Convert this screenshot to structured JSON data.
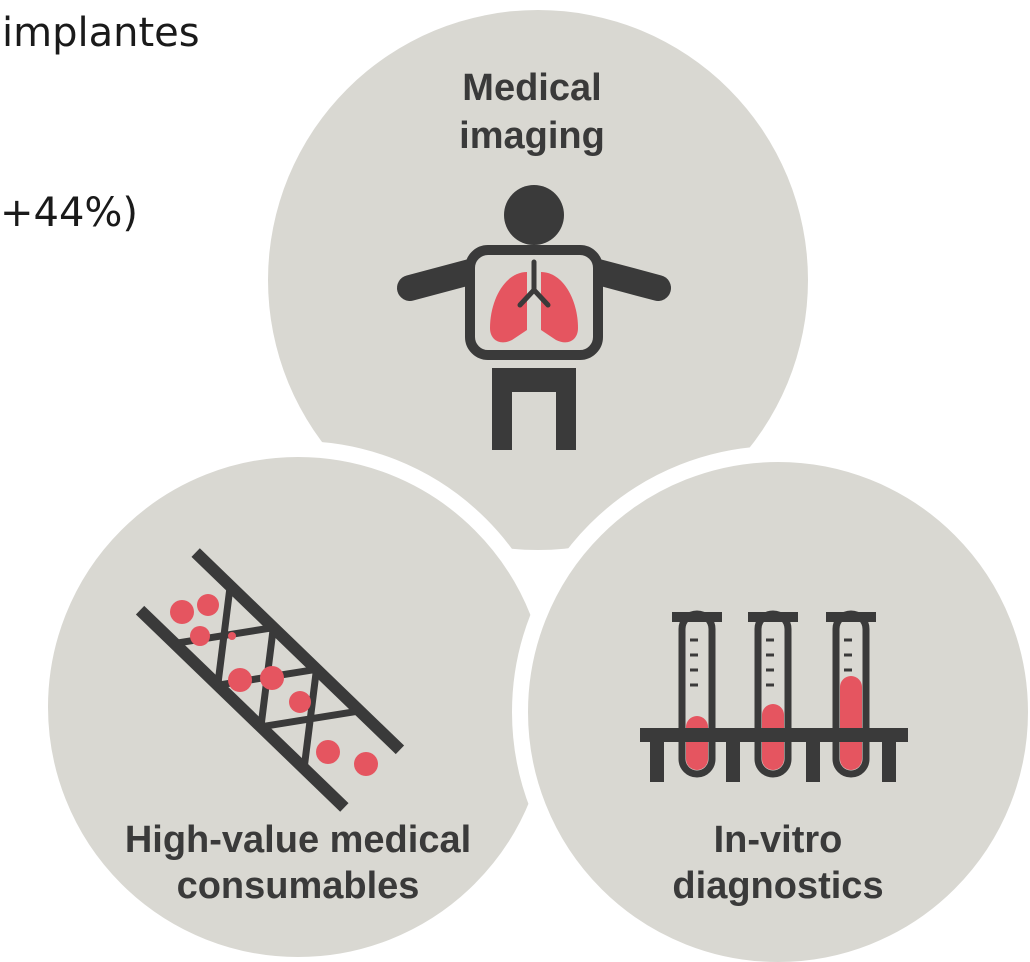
{
  "side_text": [
    "implantes",
    "+44%)"
  ],
  "segments": [
    {
      "title_lines": [
        "Medical",
        "imaging"
      ],
      "icon": "human-lungs-scan-icon"
    },
    {
      "title_lines": [
        "High-value medical",
        "consumables"
      ],
      "icon": "stent-with-blood-cells-icon"
    },
    {
      "title_lines": [
        "In-vitro",
        "diagnostics"
      ],
      "icon": "test-tubes-rack-icon"
    }
  ],
  "colors": {
    "circle_fill": "#d9d8d2",
    "icon_dark": "#3a3a3a",
    "accent_red": "#e55560",
    "separator": "#ffffff"
  }
}
